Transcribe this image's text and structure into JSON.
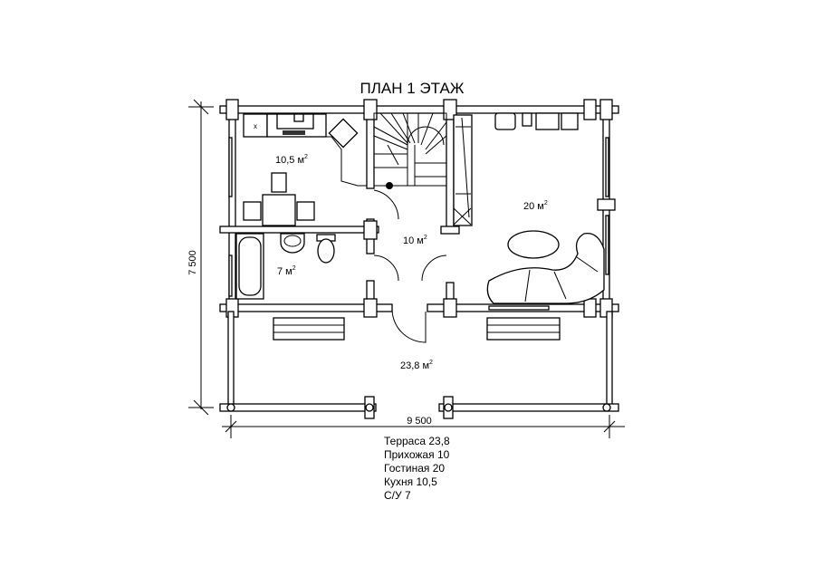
{
  "title": "ПЛАН 1 ЭТАЖ",
  "dimensions": {
    "height": "7 500",
    "width": "9 500"
  },
  "rooms": {
    "kitchen": {
      "area": "10,5 м",
      "sup": "2"
    },
    "bathroom": {
      "area": "7 м",
      "sup": "2"
    },
    "hallway": {
      "area": "10 м",
      "sup": "2"
    },
    "living": {
      "area": "20 м",
      "sup": "2"
    },
    "terrace": {
      "area": "23,8 м",
      "sup": "2"
    }
  },
  "stove_mark": "x",
  "legend": [
    "Терраса 23,8",
    "Прихожая 10",
    "Гостиная 20",
    "Кухня 10,5",
    "С/У 7"
  ]
}
